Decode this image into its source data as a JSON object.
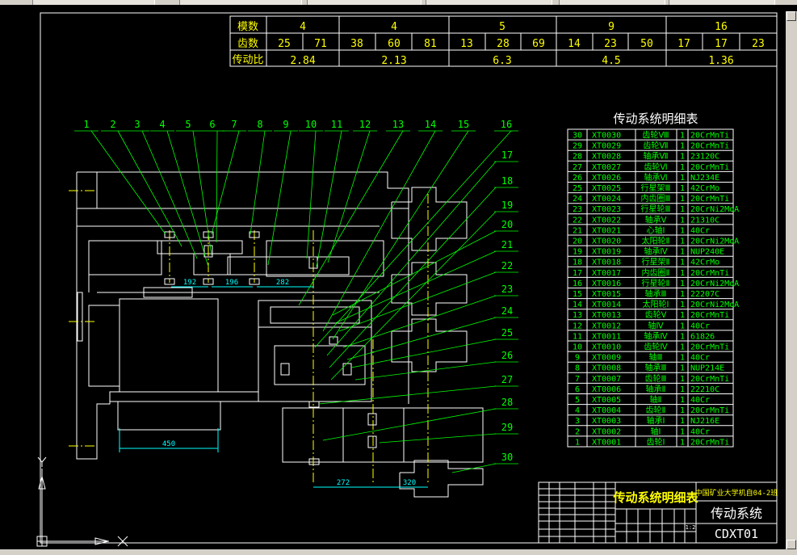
{
  "speed_table": {
    "row_labels": [
      "模数",
      "齿数",
      "传动比"
    ],
    "modules": [
      "4",
      "4",
      "5",
      "9",
      "16"
    ],
    "teeth": [
      "25",
      "71",
      "38",
      "60",
      "81",
      "13",
      "28",
      "69",
      "14",
      "23",
      "50",
      "17",
      "17",
      "23"
    ],
    "ratios": [
      "2.84",
      "2.13",
      "6.3",
      "4.5",
      "1.36"
    ]
  },
  "parts_list": {
    "title": "传动系统明细表",
    "rows": [
      [
        "30",
        "XT0030",
        "齿轮Ⅷ",
        "1",
        "20CrMnTi"
      ],
      [
        "29",
        "XT0029",
        "齿轮Ⅶ",
        "1",
        "20CrMnTi"
      ],
      [
        "28",
        "XT0028",
        "轴承Ⅶ",
        "1",
        "23120C"
      ],
      [
        "27",
        "XT0027",
        "齿轮Ⅵ",
        "1",
        "20CrMnTi"
      ],
      [
        "26",
        "XT0026",
        "轴承Ⅵ",
        "1",
        "NJ234E"
      ],
      [
        "25",
        "XT0025",
        "行星架Ⅲ",
        "1",
        "42CrMo"
      ],
      [
        "24",
        "XT0024",
        "内齿圈Ⅲ",
        "1",
        "20CrMnTi"
      ],
      [
        "23",
        "XT0023",
        "行星轮Ⅲ",
        "1",
        "20CrNi2MoA"
      ],
      [
        "22",
        "XT0022",
        "轴承Ⅴ",
        "1",
        "21310C"
      ],
      [
        "21",
        "XT0021",
        "心轴Ⅰ",
        "1",
        "40Cr"
      ],
      [
        "20",
        "XT0020",
        "太阳轮Ⅱ",
        "1",
        "20CrNi2MoA"
      ],
      [
        "19",
        "XT0019",
        "轴承Ⅳ",
        "1",
        "NUP240E"
      ],
      [
        "18",
        "XT0018",
        "行星架Ⅱ",
        "1",
        "42CrMo"
      ],
      [
        "17",
        "XT0017",
        "内齿圈Ⅱ",
        "1",
        "20CrMnTi"
      ],
      [
        "16",
        "XT0016",
        "行星轮Ⅱ",
        "1",
        "20CrNi2MoA"
      ],
      [
        "15",
        "XT0015",
        "轴承Ⅲ",
        "1",
        "22207C"
      ],
      [
        "14",
        "XT0014",
        "太阳轮Ⅰ",
        "1",
        "20CrNi2MoA"
      ],
      [
        "13",
        "XT0013",
        "齿轮Ⅴ",
        "1",
        "20CrMnTi"
      ],
      [
        "12",
        "XT0012",
        "轴Ⅳ",
        "1",
        "40Cr"
      ],
      [
        "11",
        "XT0011",
        "轴承Ⅳ",
        "1",
        "61826"
      ],
      [
        "10",
        "XT0010",
        "齿轮Ⅳ",
        "1",
        "20CrMnTi"
      ],
      [
        "9",
        "XT0009",
        "轴Ⅲ",
        "1",
        "40Cr"
      ],
      [
        "8",
        "XT0008",
        "轴承Ⅲ",
        "1",
        "NUP214E"
      ],
      [
        "7",
        "XT0007",
        "齿轮Ⅲ",
        "1",
        "20CrMnTi"
      ],
      [
        "6",
        "XT0006",
        "轴承Ⅱ",
        "1",
        "22210C"
      ],
      [
        "5",
        "XT0005",
        "轴Ⅱ",
        "1",
        "40Cr"
      ],
      [
        "4",
        "XT0004",
        "齿轮Ⅱ",
        "1",
        "20CrMnTi"
      ],
      [
        "3",
        "XT0003",
        "轴承Ⅰ",
        "1",
        "NJ216E"
      ],
      [
        "2",
        "XT0002",
        "轴Ⅰ",
        "1",
        "40Cr"
      ],
      [
        "1",
        "XT0001",
        "齿轮Ⅰ",
        "1",
        "20CrMnTi"
      ]
    ]
  },
  "balloons": [
    "1",
    "2",
    "3",
    "4",
    "5",
    "6",
    "7",
    "8",
    "9",
    "10",
    "11",
    "12",
    "13",
    "14",
    "15",
    "16",
    "17",
    "18",
    "19",
    "20",
    "21",
    "22",
    "23",
    "24",
    "25",
    "26",
    "27",
    "28",
    "29",
    "30"
  ],
  "dimensions": {
    "d192": "192",
    "d196": "196",
    "d282": "282",
    "d450": "450",
    "d272": "272",
    "d320": "320"
  },
  "title_block": {
    "drawing_title": "传动系统明细表",
    "school": "中国矿业大学机自04-2班",
    "part_name": "传动系统",
    "drawing_no": "CDXT01",
    "scale": "1:2"
  },
  "colors": {
    "outline": "#ffffff",
    "balloon": "#00ff00",
    "centerline": "#ffff00",
    "dimension": "#00ffff",
    "table_text": "#00ff00",
    "header": "#ffff00"
  }
}
